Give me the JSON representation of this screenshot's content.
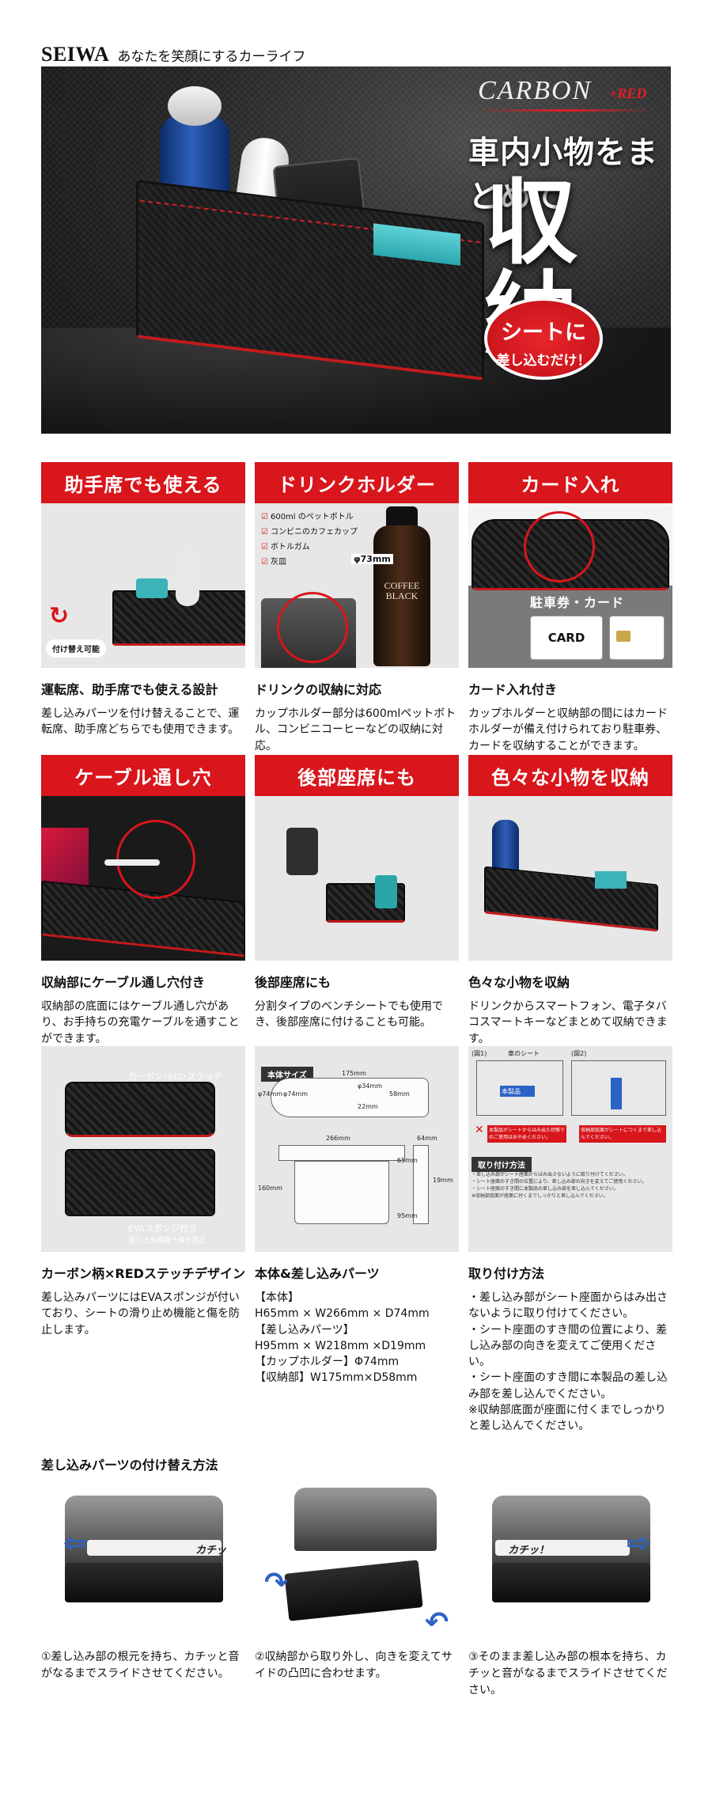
{
  "header": {
    "brand": "SEIWA",
    "tagline": "あなたを笑顔にするカーライフ"
  },
  "hero": {
    "logo": "CARBON",
    "logo_accent": "+RED",
    "headline": "車内小物をまとめて",
    "big_word": "収納",
    "badge_line1": "シートに",
    "badge_line2": "差し込むだけ！"
  },
  "features": [
    {
      "head": "助手席でも使える",
      "title": "運転席、助手席でも使える設計",
      "desc": "差し込みパーツを付け替えることで、運転席、助手席どちらでも使用できます。",
      "pill": "付け替え可能"
    },
    {
      "head": "ドリンクホルダー",
      "title": "ドリンクの収納に対応",
      "desc": "カップホルダー部分は600mlペットボトル、コンビニコーヒーなどの収納に対応。",
      "bullets": [
        "600ml のペットボトル",
        "コンビニのカフェカップ",
        "ボトルガム",
        "灰皿"
      ],
      "dim": "φ73mm",
      "bottle_label_1": "COFFEE",
      "bottle_label_2": "BLACK"
    },
    {
      "head": "カード入れ",
      "title": "カード入れ付き",
      "desc": "カップホルダーと収納部の間にはカードホルダーが備え付けられており駐車券、カードを収納することができます。",
      "card_tag": "駐車券・カード",
      "card_text": "CARD"
    },
    {
      "head": "ケーブル通し穴",
      "title": "収納部にケーブル通し穴付き",
      "desc": "収納部の底面にはケーブル通し穴があり、お手持ちの充電ケーブルを通すことができます。"
    },
    {
      "head": "後部座席にも",
      "title": "後部座席にも",
      "desc": "分割タイプのベンチシートでも使用でき、後部座席に付けることも可能。"
    },
    {
      "head": "色々な小物を収納",
      "title": "色々な小物を収納",
      "desc": "ドリンクからスマートフォン、電子タバコスマートキーなどまとめて収納できます。"
    }
  ],
  "details": [
    {
      "title": "カーボン柄×REDステッチデザイン",
      "desc": "差し込みパーツにはEVAスポンジが付いており、シートの滑り止め機能と傷を防止します。",
      "label_top": "カーボン×RED ステッチ",
      "label_bottom_1": "EVAスポンジ付き",
      "label_bottom_2": "滑り止め機能＋傷を防止"
    },
    {
      "title": "本体&差し込みパーツ",
      "lines": [
        "【本体】",
        "H65mm × W266mm × D74mm",
        "【差し込みパーツ】",
        "H95mm × W218mm ×D19mm",
        "【カップホルダー】Φ74mm",
        "【収納部】W175mm×D58mm"
      ],
      "diagram": {
        "label": "本体サイズ",
        "d175": "175mm",
        "d34": "φ34mm",
        "d74a": "φ74mm",
        "d74b": "φ74mm",
        "d58": "58mm",
        "d22": "22mm",
        "d266": "266mm",
        "d64": "64mm",
        "d65": "65mm",
        "d160": "160mm",
        "d19": "19mm",
        "d95": "95mm"
      }
    },
    {
      "title": "取り付け方法",
      "lines": [
        "・差し込み部がシート座面からはみ出さないように取り付けてください。",
        "・シート座面のすき間の位置により、差し込み部の向きを変えてご使用ください。",
        "・シート座面のすき間に本製品の差し込み部を差し込んでください。",
        "※収納部底面が座面に付くまでしっかりと差し込んでください。"
      ],
      "diagram": {
        "fig1": "(図1)",
        "fig2": "(図2)",
        "seat": "車のシート",
        "part": "本製品",
        "warn1": "本製品がシートからはみ出た状態でのご使用はおやめください。",
        "warn2": "収納部底面がシートにつくまで差し込んでください。",
        "box_title": "取り付け方法"
      }
    }
  ],
  "howto": {
    "title": "差し込みパーツの付け替え方法",
    "steps": [
      {
        "caption": "①差し込み部の根元を持ち、カチッと音がなるまでスライドさせてください。",
        "sound": "カチッ"
      },
      {
        "caption": "②収納部から取り外し、向きを変えてサイドの凸凹に合わせます。"
      },
      {
        "caption": "③そのまま差し込み部の根本を持ち、カチッと音がなるまでスライドさせてください。",
        "sound": "カチッ！"
      }
    ]
  },
  "colors": {
    "accent_red": "#d8161c",
    "arrow_blue": "#2b62c4"
  }
}
